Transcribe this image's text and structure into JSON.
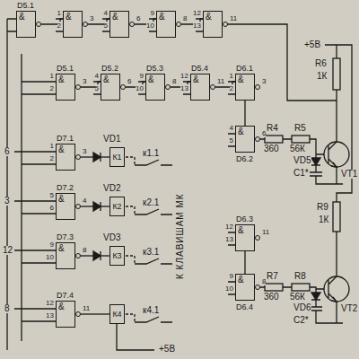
{
  "diagram": {
    "nodes": [
      {
        "text": [
          "D5.1",
          "&"
        ]
      },
      {
        "text": [
          "&"
        ]
      },
      {
        "text": [
          "&"
        ]
      },
      {
        "text": [
          "&"
        ]
      },
      {
        "text": [
          "&"
        ]
      },
      {
        "text": [
          "D5.1",
          "&"
        ]
      },
      {
        "text": [
          "D5.2",
          "&"
        ]
      },
      {
        "text": [
          "D5.3",
          "&"
        ]
      },
      {
        "text": [
          "D5.4",
          "&"
        ]
      },
      {
        "text": [
          "D6.1",
          "&"
        ]
      },
      {
        "text": [
          "D6.2",
          "&"
        ]
      },
      {
        "text": [
          "D7.1",
          "&"
        ]
      },
      {
        "text": [
          "D7.2",
          "&"
        ]
      },
      {
        "text": [
          "D7.3",
          "&"
        ]
      },
      {
        "text": [
          "D6.3",
          "&"
        ]
      },
      {
        "text": [
          "D6.4",
          "&"
        ]
      },
      {
        "text": [
          "D7.4",
          "&"
        ]
      },
      {
        "text": [
          "К1"
        ]
      },
      {
        "text": [
          "К2"
        ]
      },
      {
        "text": [
          "К3"
        ]
      },
      {
        "text": [
          "К4"
        ]
      }
    ],
    "edges": [
      {
        "from": 0,
        "to": 1,
        "arrow": "none"
      },
      {
        "from": 1,
        "to": 2,
        "arrow": "none"
      },
      {
        "from": 2,
        "to": 3,
        "arrow": "none"
      },
      {
        "from": 3,
        "to": 4,
        "arrow": "none"
      },
      {
        "from": 5,
        "to": 6,
        "arrow": "none"
      },
      {
        "from": 6,
        "to": 7,
        "arrow": "none"
      },
      {
        "from": 7,
        "to": 8,
        "arrow": "none"
      },
      {
        "from": 8,
        "to": 9,
        "arrow": "none"
      },
      {
        "from": 9,
        "to": 10,
        "arrow": "none"
      },
      {
        "from": 14,
        "to": 15,
        "arrow": "none"
      },
      {
        "from": 11,
        "to": 17,
        "arrow": "none"
      },
      {
        "from": 12,
        "to": 18,
        "arrow": "none"
      },
      {
        "from": 13,
        "to": 19,
        "arrow": "none"
      },
      {
        "from": 16,
        "to": 20,
        "arrow": "none"
      }
    ],
    "labels": [
      "1",
      "2",
      "3",
      "4",
      "5",
      "6",
      "9",
      "10",
      "8",
      "12",
      "13",
      "11",
      "1",
      "2",
      "3",
      "4",
      "5",
      "6",
      "9",
      "10",
      "8",
      "12",
      "13",
      "11",
      "1",
      "2",
      "3",
      "4",
      "5",
      "6",
      "1",
      "2",
      "3",
      "5",
      "6",
      "4",
      "9",
      "10",
      "8",
      "12",
      "13",
      "11",
      "9",
      "10",
      "8",
      "12",
      "13",
      "11",
      "6",
      "3",
      "12",
      "8",
      "VD1",
      "VD2",
      "VD3",
      "к1.1",
      "к2.1",
      "к3.1",
      "к4.1",
      "К КЛАВИШАМ МК",
      "+5В",
      "R6",
      "1К",
      "R4",
      "360",
      "R5",
      "56К",
      "VT1",
      "VD5",
      "C1*",
      "R9",
      "1К",
      "R7",
      "360",
      "R8",
      "56К",
      "VT2",
      "VD6",
      "C2*",
      "+5В"
    ]
  }
}
